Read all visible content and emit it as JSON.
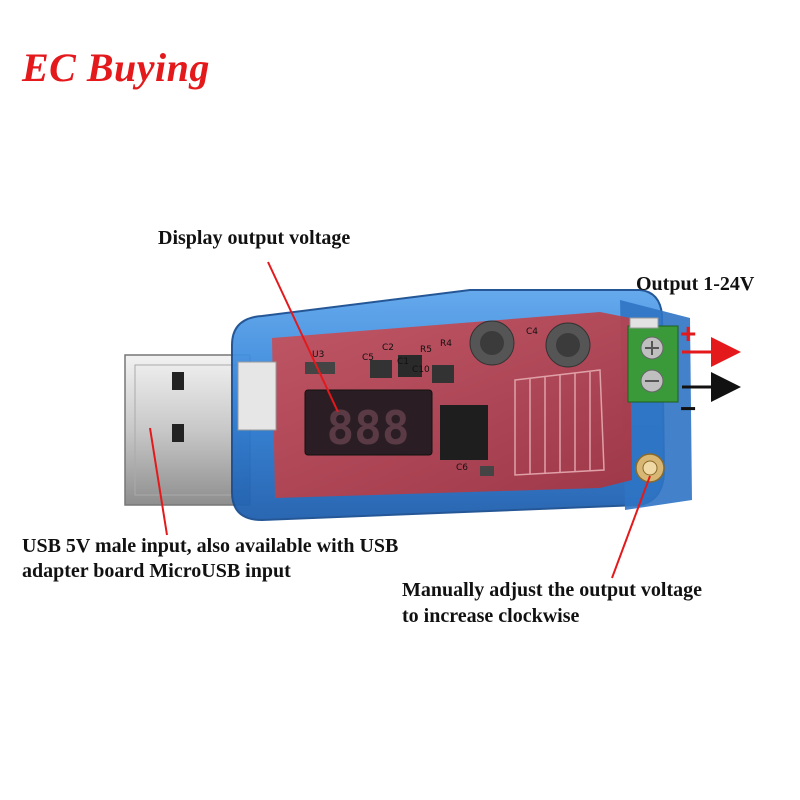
{
  "brand": {
    "name": "EC Buying",
    "color": "#e3191c"
  },
  "callouts": {
    "display": "Display output voltage",
    "output": "Output 1-24V",
    "usb_line1": "USB 5V male input, also available with USB",
    "usb_line2": "adapter board MicroUSB input",
    "adjust_line1": "Manually adjust the output voltage",
    "adjust_line2": "to increase clockwise"
  },
  "terminal_signs": {
    "positive": "+",
    "negative": "−"
  },
  "board": {
    "silkscreen": [
      "U3",
      "C5",
      "C2",
      "R5",
      "R4",
      "C1",
      "C10",
      "C4",
      "C6"
    ],
    "display_digits": "888"
  },
  "colors": {
    "pointer_line": "#e3191c",
    "case_blue": "#2f7fd6",
    "pcb_red": "#b8404a",
    "terminal_green": "#3a9a3a",
    "arrow_negative": "#111111"
  }
}
